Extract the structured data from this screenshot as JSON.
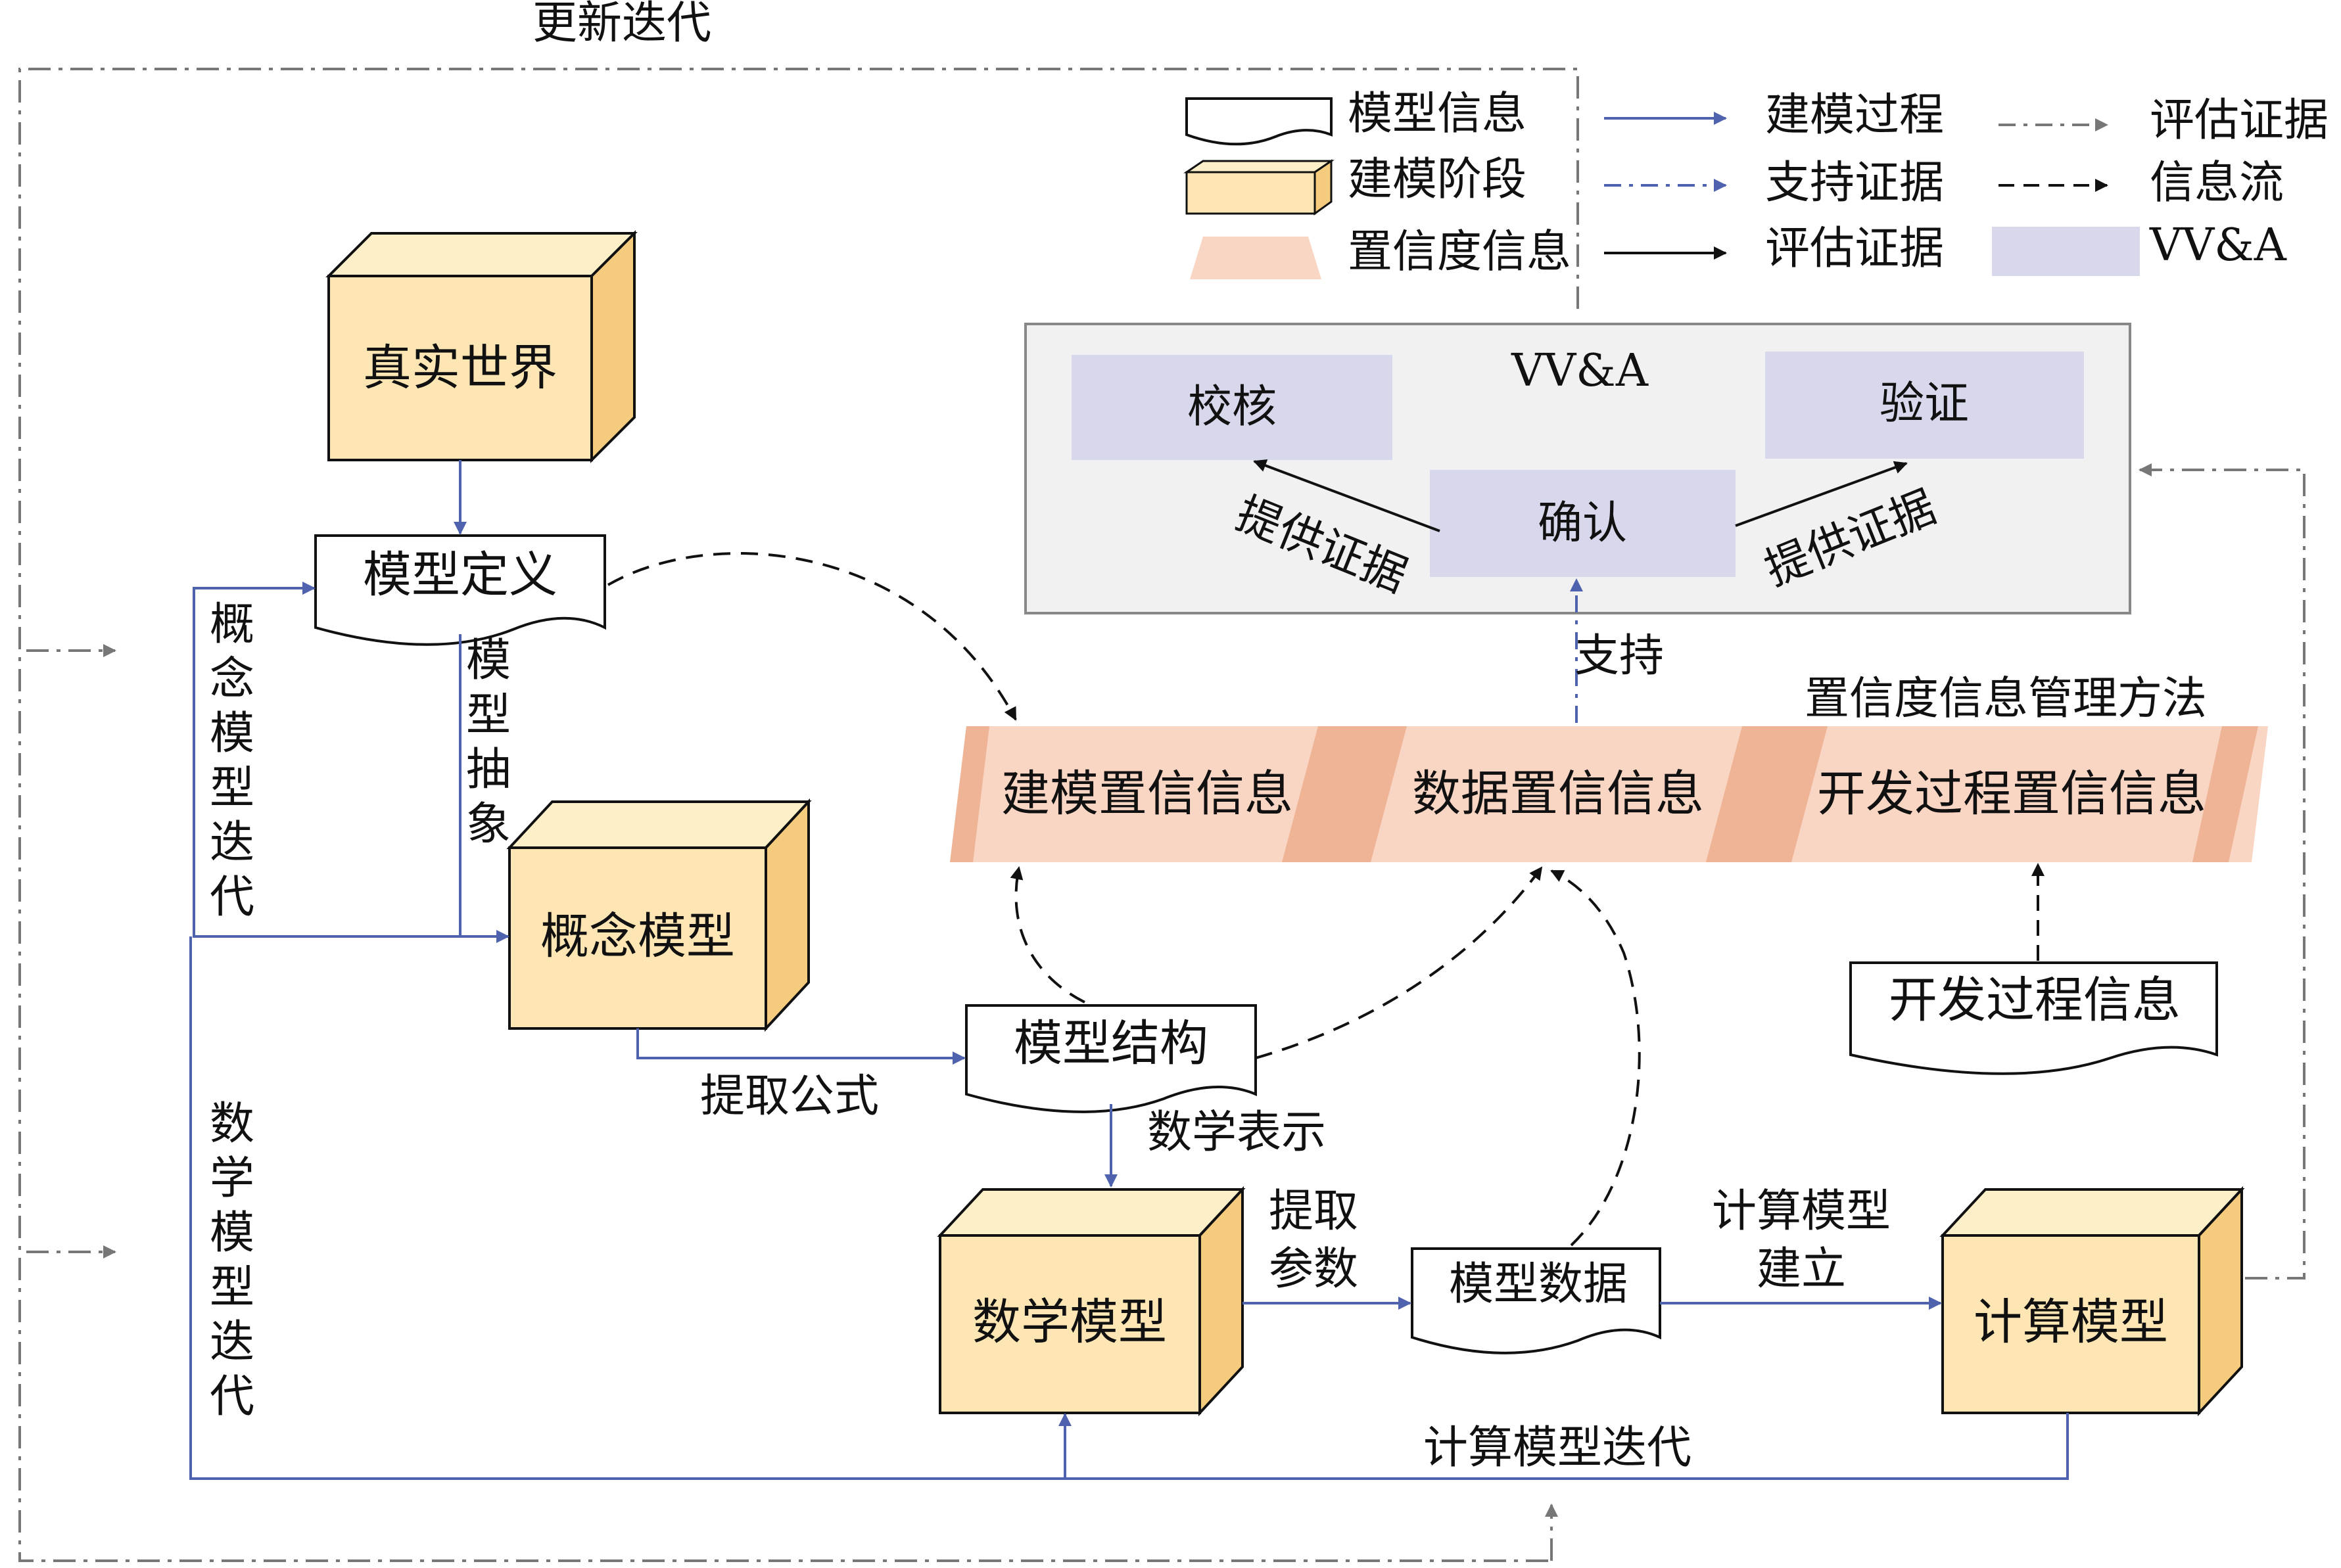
{
  "top_label": "更新迭代",
  "legend": {
    "model_info": "模型信息",
    "modeling_stage": "建模阶段",
    "confidence_info": "置信度信息",
    "modeling_process": "建模过程",
    "support_evidence": "支持证据",
    "eval_evidence_solid": "评估证据",
    "eval_evidence_dashdot": "评估证据",
    "info_flow": "信息流",
    "vva": "VV&A"
  },
  "vva_panel": {
    "title": "VV&A",
    "verify": "校核",
    "validate": "验证",
    "confirm": "确认",
    "provide_evidence_left": "提供证据",
    "provide_evidence_right": "提供证据",
    "support": "支持"
  },
  "confidence_band": {
    "title": "置信度信息管理方法",
    "segments": [
      "建模置信信息",
      "数据置信信息",
      "开发过程置信信息"
    ]
  },
  "stages": {
    "real_world": "真实世界",
    "concept_model": "概念模型",
    "math_model": "数学模型",
    "compute_model": "计算模型"
  },
  "docs": {
    "model_definition": "模型定义",
    "model_structure": "模型结构",
    "model_data": "模型数据",
    "dev_process_info": "开发过程信息"
  },
  "flow_labels": {
    "model_abstraction": "模型抽象",
    "concept_iteration": "概念模型迭代",
    "math_iteration": "数学模型迭代",
    "extract_formula": "提取公式",
    "math_representation": "数学表示",
    "extract_params": "提取参数",
    "compute_build": "计算模型建立",
    "compute_iteration": "计算模型迭代"
  },
  "colors": {
    "stage_front": "#FDE6B4",
    "stage_side": "#F5CC7E",
    "confidence": "#F9D5C3",
    "confidence_dark": "#EFB496",
    "vva_box": "#D8D8EC",
    "panel": "#F1F1F1",
    "blue": "#4F62AE",
    "grey_arrow": "#777777"
  }
}
